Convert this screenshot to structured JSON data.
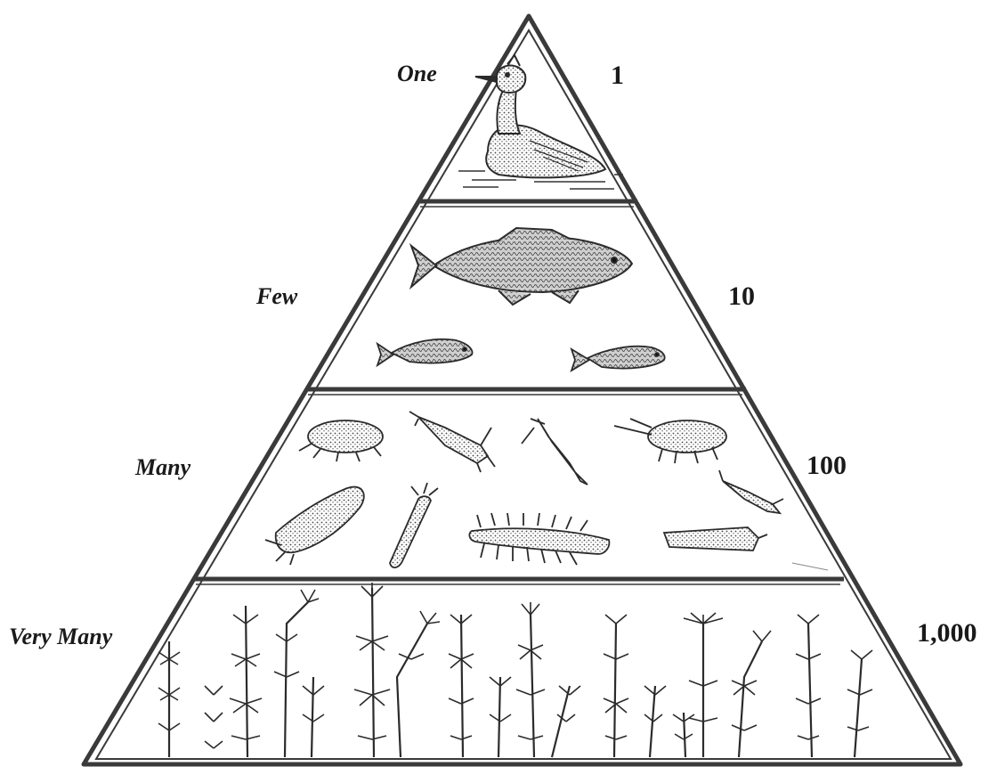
{
  "diagram": {
    "title": "",
    "levels": [
      {
        "id": "top",
        "qualitative_label": "One",
        "count_label": "1",
        "organism": "grebe-bird"
      },
      {
        "id": "second",
        "qualitative_label": "Few",
        "count_label": "10",
        "organism": "fish"
      },
      {
        "id": "third",
        "qualitative_label": "Many",
        "count_label": "100",
        "organism": "aquatic-invertebrates"
      },
      {
        "id": "base",
        "qualitative_label": "Very Many",
        "count_label": "1,000",
        "organism": "aquatic-plants"
      }
    ],
    "colors": {
      "ink": "#3a3a3a",
      "paper": "#ffffff"
    }
  }
}
